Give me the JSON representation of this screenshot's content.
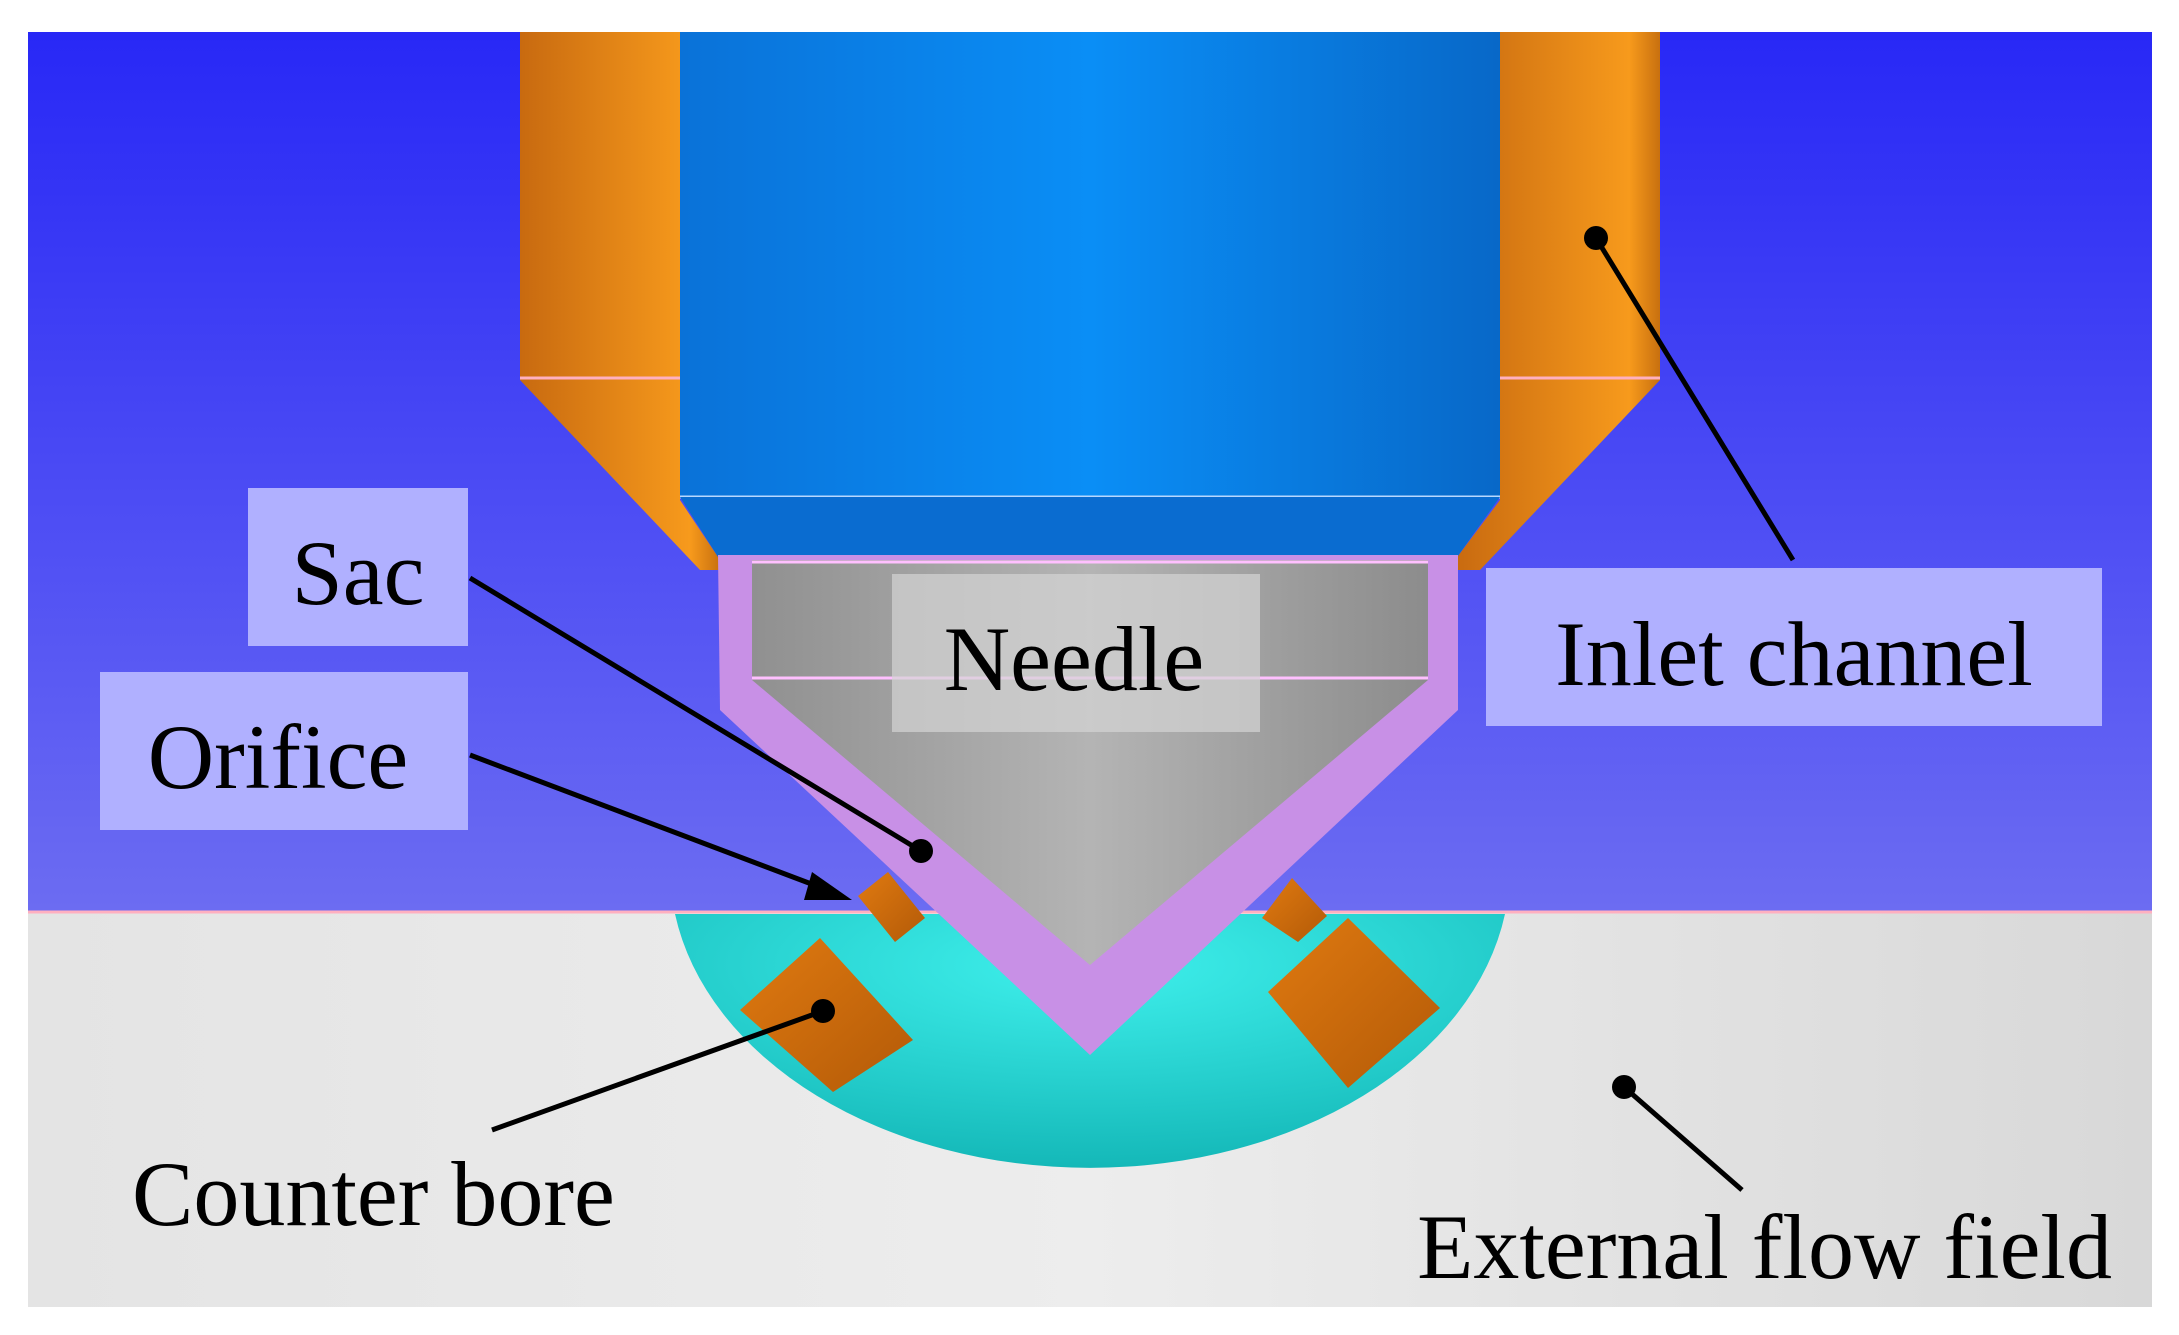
{
  "diagram": {
    "labels": {
      "needle": "Needle",
      "inlet_channel": "Inlet channel",
      "sac": "Sac",
      "orifice": "Orifice",
      "counter_bore": "Counter bore",
      "external_flow_field": "External flow field"
    },
    "colors": {
      "background_fluid_top": "#2a2af5",
      "background_fluid_bottom": "#6b6bf2",
      "external_field": "#e8e8e8",
      "inlet_channel": "#f39a1a",
      "needle_body": "#0a8af0",
      "needle_tip": "#a8a8a8",
      "sac": "#c890e6",
      "counter_bore": "#22dcdc",
      "orifice": "#c8690a",
      "label_box": "#b0b0ff"
    }
  }
}
